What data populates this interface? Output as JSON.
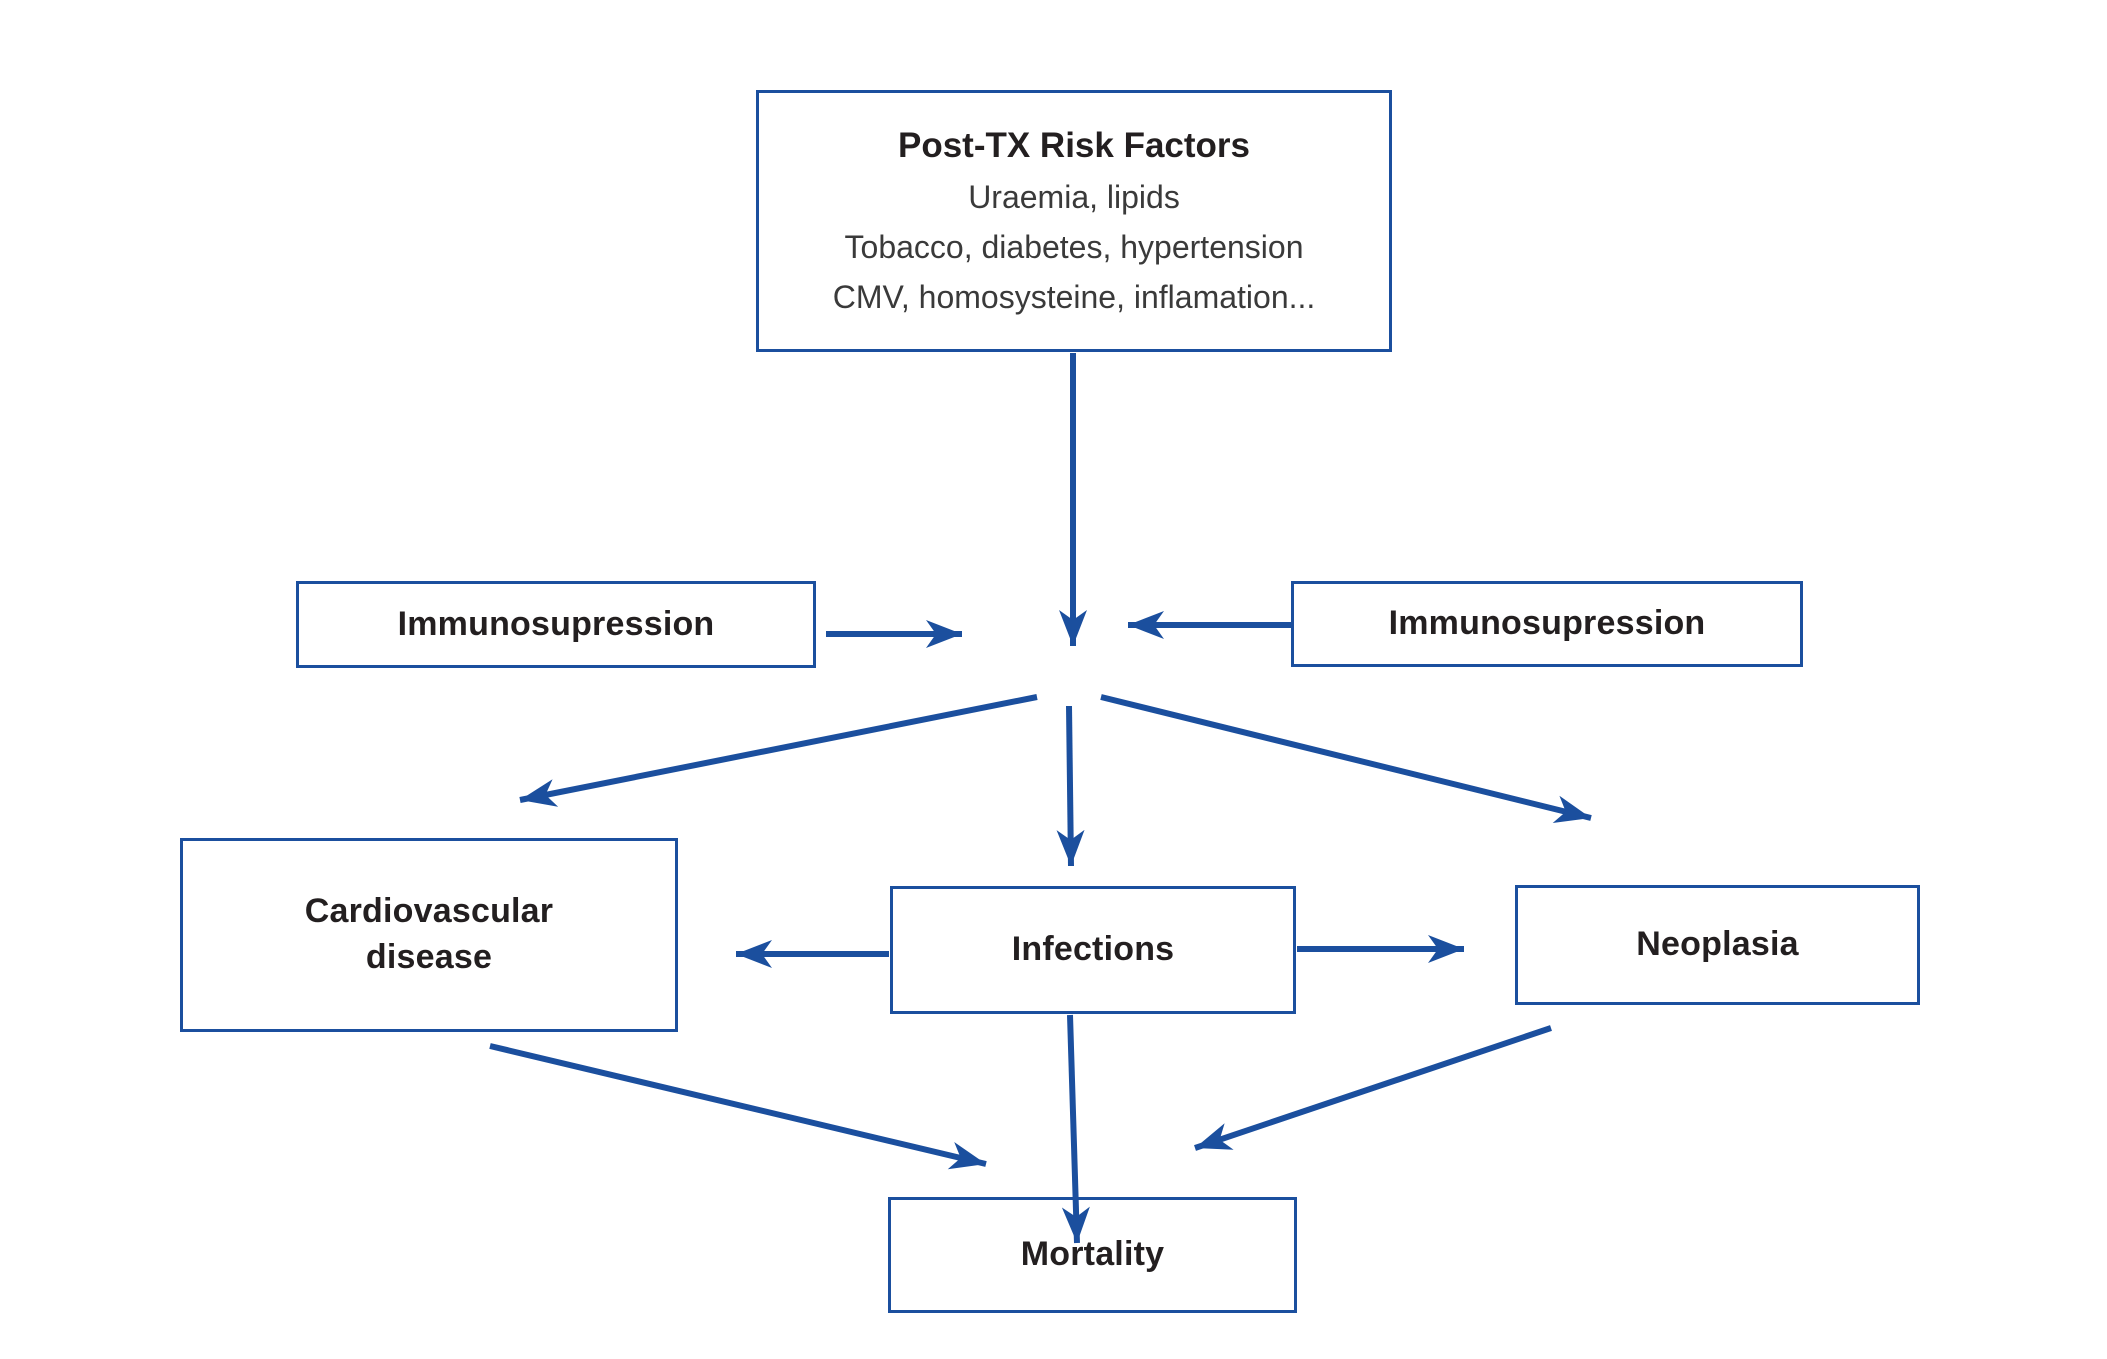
{
  "diagram": {
    "top_box": {
      "title": "Post-TX Risk Factors",
      "lines": [
        "Uraemia, lipids",
        "Tobacco, diabetes, hypertension",
        "CMV, homosysteine, inflamation..."
      ]
    },
    "nodes": {
      "immunosupression_left": "Immunosupression",
      "immunosupression_right": "Immunosupression",
      "cardiovascular_disease": "Cardiovascular\ndisease",
      "infections": "Infections",
      "neoplasia": "Neoplasia",
      "mortality": "Mortality"
    },
    "colors": {
      "accent_blue": "#1b4f9e",
      "title_text": "#231f20",
      "body_text": "#3a3a3a",
      "background": "#ffffff"
    }
  }
}
